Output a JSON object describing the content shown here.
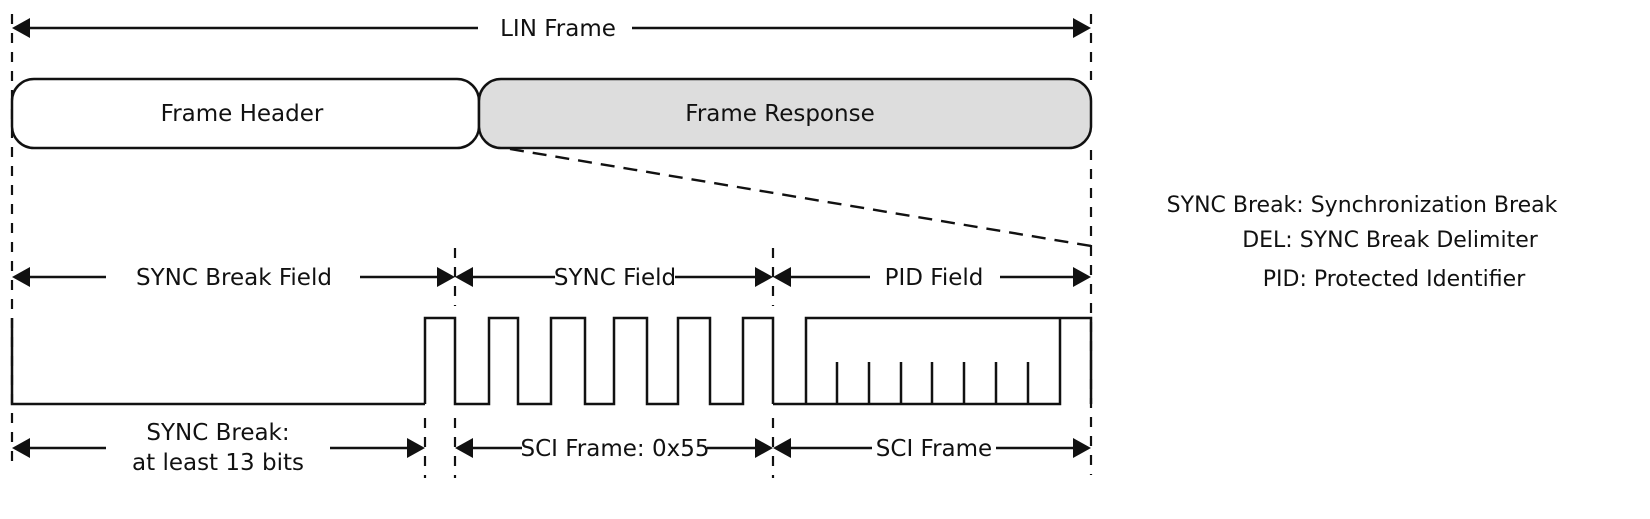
{
  "title": "LIN Frame",
  "blocks": {
    "header": "Frame Header",
    "response": "Frame Response",
    "response_fill": "#dddddd"
  },
  "fields": [
    {
      "id": "sync-break-field",
      "label": "SYNC Break Field"
    },
    {
      "id": "sync-field",
      "label": "SYNC Field"
    },
    {
      "id": "pid-field",
      "label": "PID Field"
    }
  ],
  "bottom_spans": [
    {
      "id": "sync-break",
      "line1": "SYNC Break:",
      "line2": "at least 13 bits"
    },
    {
      "id": "sci-frame-0x55",
      "label": "SCI Frame: 0x55"
    },
    {
      "id": "sci-frame",
      "label": "SCI Frame"
    }
  ],
  "waveform": {
    "sync_field_bits": [
      0,
      1,
      0,
      1,
      0,
      1,
      0,
      1,
      0,
      1
    ],
    "pid_bits": "start bit + 8 data bits (undefined) + stop bit"
  },
  "legend": [
    "SYNC Break: Synchronization Break",
    "DEL: SYNC Break Delimiter",
    "PID: Protected Identifier"
  ]
}
